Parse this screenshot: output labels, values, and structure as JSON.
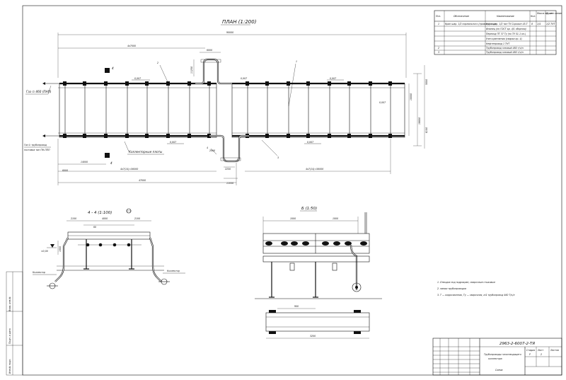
{
  "plan": {
    "title": "ПЛАН (1:200)",
    "dims": {
      "overall_top": "90000",
      "left_top": "4х7000",
      "right_top": "4х7000",
      "loop_w": "6000",
      "loop_h": "11250",
      "right_span": "20070",
      "left_span": "20070",
      "left_lower": "4х7(14)=56000",
      "right_lower": "4х7(14)=56000",
      "bottom_total": "47000",
      "bottom_small": "11050",
      "side_1": "5000",
      "side_2": "10000",
      "side_3": "16600",
      "side_4": "8100",
      "slope_1": "0,007",
      "slope_2": "0,007",
      "slope_3": "0,007",
      "slope_4": "0,007",
      "slope_5": "0,007",
      "slope_6": "0,007",
      "left_edge_1": "6000",
      "left_edge_2": "14000",
      "loop_dim_b": "2250",
      "loop_dim_c": "2000"
    },
    "labels": {
      "gas_in": "Газ ∅ 460 (ПНП)",
      "gas_out_1": "Газ ∅ трубопровод",
      "gas_out_2": "поставка тип ПН-ППП",
      "collector": "Коллекторные плоты",
      "pos_1": "1",
      "pos_2": "2",
      "pos_3": "3",
      "pos_4": "4",
      "section_mark_top": "4",
      "section_mark_bottom": "4"
    }
  },
  "section_a": {
    "title": "4 - 4 (1:100)",
    "dims": {
      "a": "2100",
      "b": "4000",
      "c": "2100",
      "d": "1000",
      "e": "60"
    },
    "labels": {
      "left": "Коллектор",
      "right": "Коллектор",
      "elev": "±0,00"
    }
  },
  "section_b": {
    "title": "Б (1:50)",
    "dims": {
      "a": "1000",
      "b": "900",
      "c": "1000",
      "total": "3200"
    }
  },
  "notes": [
    "1. Отводка под гидрокран, сварочные стыковые",
    "2.                   линии трубопроводов",
    "3. Т — коррозионная, Ту — сварочная, а Б трубопровод 460 Т/ч/л"
  ],
  "spec_table": {
    "headers": [
      "Поз.",
      "Обозначение",
      "Наименование",
      "Кол.",
      "Масса ед., кг",
      "Приме-чание"
    ],
    "rows": [
      [
        "1",
        "Кран шар. 1/2 нормального (правого) хода",
        "Кран шар. 1/2 тип ТУ Сорокин 45-Т",
        "8",
        "1/4",
        "1/2 ТНТ"
      ],
      [
        "",
        "",
        "Фланец (по ГОСТ кр. 4/1 сборная)",
        "",
        "",
        ""
      ],
      [
        "",
        "",
        "Переход ПТ 37 Ту (по ТУ 51-1 кл.)",
        "",
        "",
        ""
      ],
      [
        "",
        "",
        "Узел крепления (сварка кр. 4)",
        "",
        "",
        ""
      ],
      [
        "",
        "",
        "Нефтепровод 1 ТНТ",
        "",
        "",
        ""
      ],
      [
        "2",
        "",
        "Трубопровод газовый 460 т/ч/л",
        "",
        "",
        ""
      ],
      [
        "3",
        "",
        "Трубопровод газовый 460 т/ч/л",
        "",
        "",
        ""
      ]
    ]
  },
  "title_block": {
    "code": "2963-2-6007-2-ТЯ",
    "name_1": "Трубопроводы газоотводящего",
    "name_2": "коллектора",
    "sheet_name": "Схема",
    "stage": "Стадия",
    "sheet": "Лист",
    "sheets": "Листов",
    "stage_val": "Р",
    "sheet_val": "2"
  },
  "left_strip": {
    "label_1": "Инв.№ подл.",
    "label_2": "Подп. и дата",
    "label_3": "Взам. инв.№"
  }
}
